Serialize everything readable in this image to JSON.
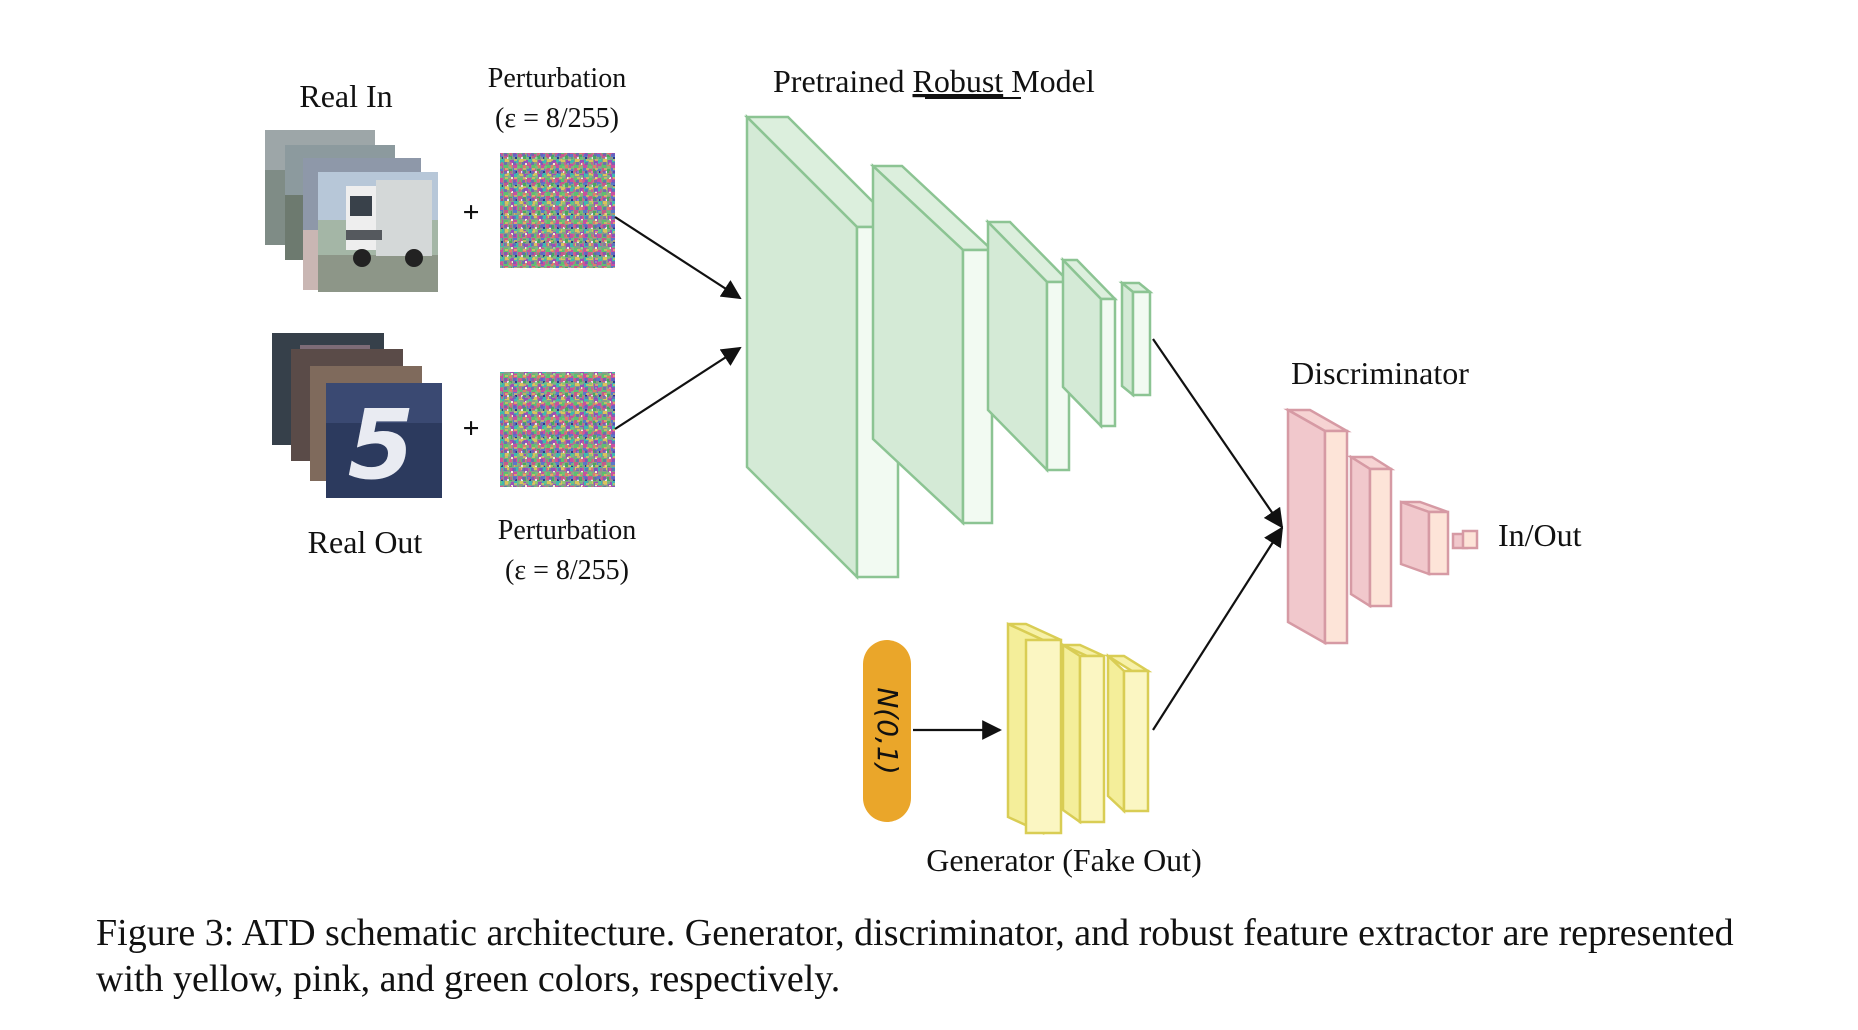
{
  "labels": {
    "real_in": "Real In",
    "real_out": "Real Out",
    "pert_top_1": "Perturbation",
    "pert_top_2": "(ε = 8/255)",
    "pert_bot_1": "Perturbation",
    "pert_bot_2": "(ε = 8/255)",
    "model_pre": "Pretrained ",
    "model_robust": "Robust",
    "model_post": " Model",
    "discriminator": "Discriminator",
    "in_out": "In/Out",
    "noise": "N(0,1)",
    "generator": "Generator (Fake Out)",
    "plus_top": "+",
    "plus_bot": "+",
    "digit": "5"
  },
  "caption": "Figure 3: ATD schematic architecture. Generator, discriminator, and robust feature extractor are represented with yellow, pink, and green colors, respectively.",
  "colors": {
    "green_fill": "#d4ead6",
    "green_face": "#eef7ef",
    "green_stroke": "#8cc493",
    "pink_fill": "#f1c8cc",
    "pink_face": "#fde4d8",
    "pink_stroke": "#d69aa4",
    "yellow_fill": "#f4ee9a",
    "yellow_face": "#fbf6c2",
    "yellow_stroke": "#d9cd54",
    "noise_pill": "#eaa62a"
  }
}
